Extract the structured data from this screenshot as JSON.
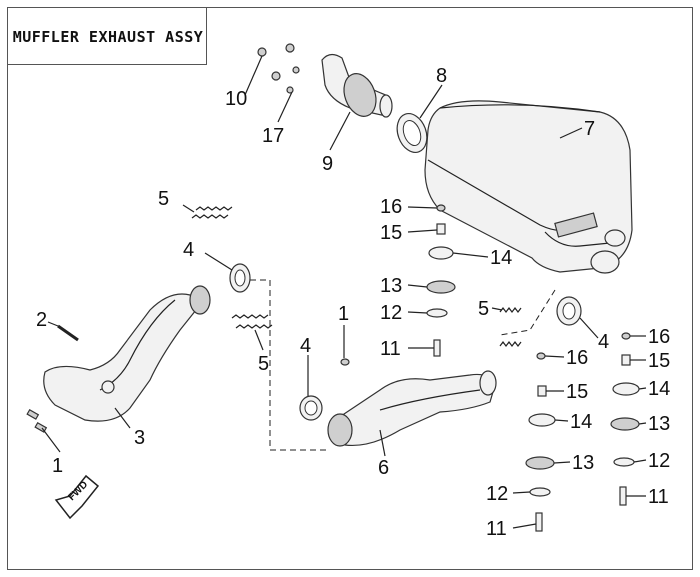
{
  "diagram": {
    "title": "MUFFLER EXHAUST ASSY",
    "arrow_label": "FWD",
    "callouts": [
      {
        "id": "c10",
        "label": "10"
      },
      {
        "id": "c17",
        "label": "17"
      },
      {
        "id": "c9",
        "label": "9"
      },
      {
        "id": "c8",
        "label": "8"
      },
      {
        "id": "c7",
        "label": "7"
      },
      {
        "id": "c16a",
        "label": "16"
      },
      {
        "id": "c15a",
        "label": "15"
      },
      {
        "id": "c14a",
        "label": "14"
      },
      {
        "id": "c13a",
        "label": "13"
      },
      {
        "id": "c12a",
        "label": "12"
      },
      {
        "id": "c11a",
        "label": "11"
      },
      {
        "id": "c1a",
        "label": "1"
      },
      {
        "id": "c5a",
        "label": "5"
      },
      {
        "id": "c4a",
        "label": "4"
      },
      {
        "id": "c2",
        "label": "2"
      },
      {
        "id": "c3",
        "label": "3"
      },
      {
        "id": "c1b",
        "label": "1"
      },
      {
        "id": "c5b",
        "label": "5"
      },
      {
        "id": "c4b",
        "label": "4"
      },
      {
        "id": "c6",
        "label": "6"
      },
      {
        "id": "c5c",
        "label": "5"
      },
      {
        "id": "c4c",
        "label": "4"
      },
      {
        "id": "c16b",
        "label": "16"
      },
      {
        "id": "c15b",
        "label": "15"
      },
      {
        "id": "c14b",
        "label": "14"
      },
      {
        "id": "c13b",
        "label": "13"
      },
      {
        "id": "c12b",
        "label": "12"
      },
      {
        "id": "c11b",
        "label": "11"
      },
      {
        "id": "c16c",
        "label": "16"
      },
      {
        "id": "c15c",
        "label": "15"
      },
      {
        "id": "c14c",
        "label": "14"
      },
      {
        "id": "c13c",
        "label": "13"
      },
      {
        "id": "c12c",
        "label": "12"
      },
      {
        "id": "c11c",
        "label": "11"
      }
    ]
  }
}
